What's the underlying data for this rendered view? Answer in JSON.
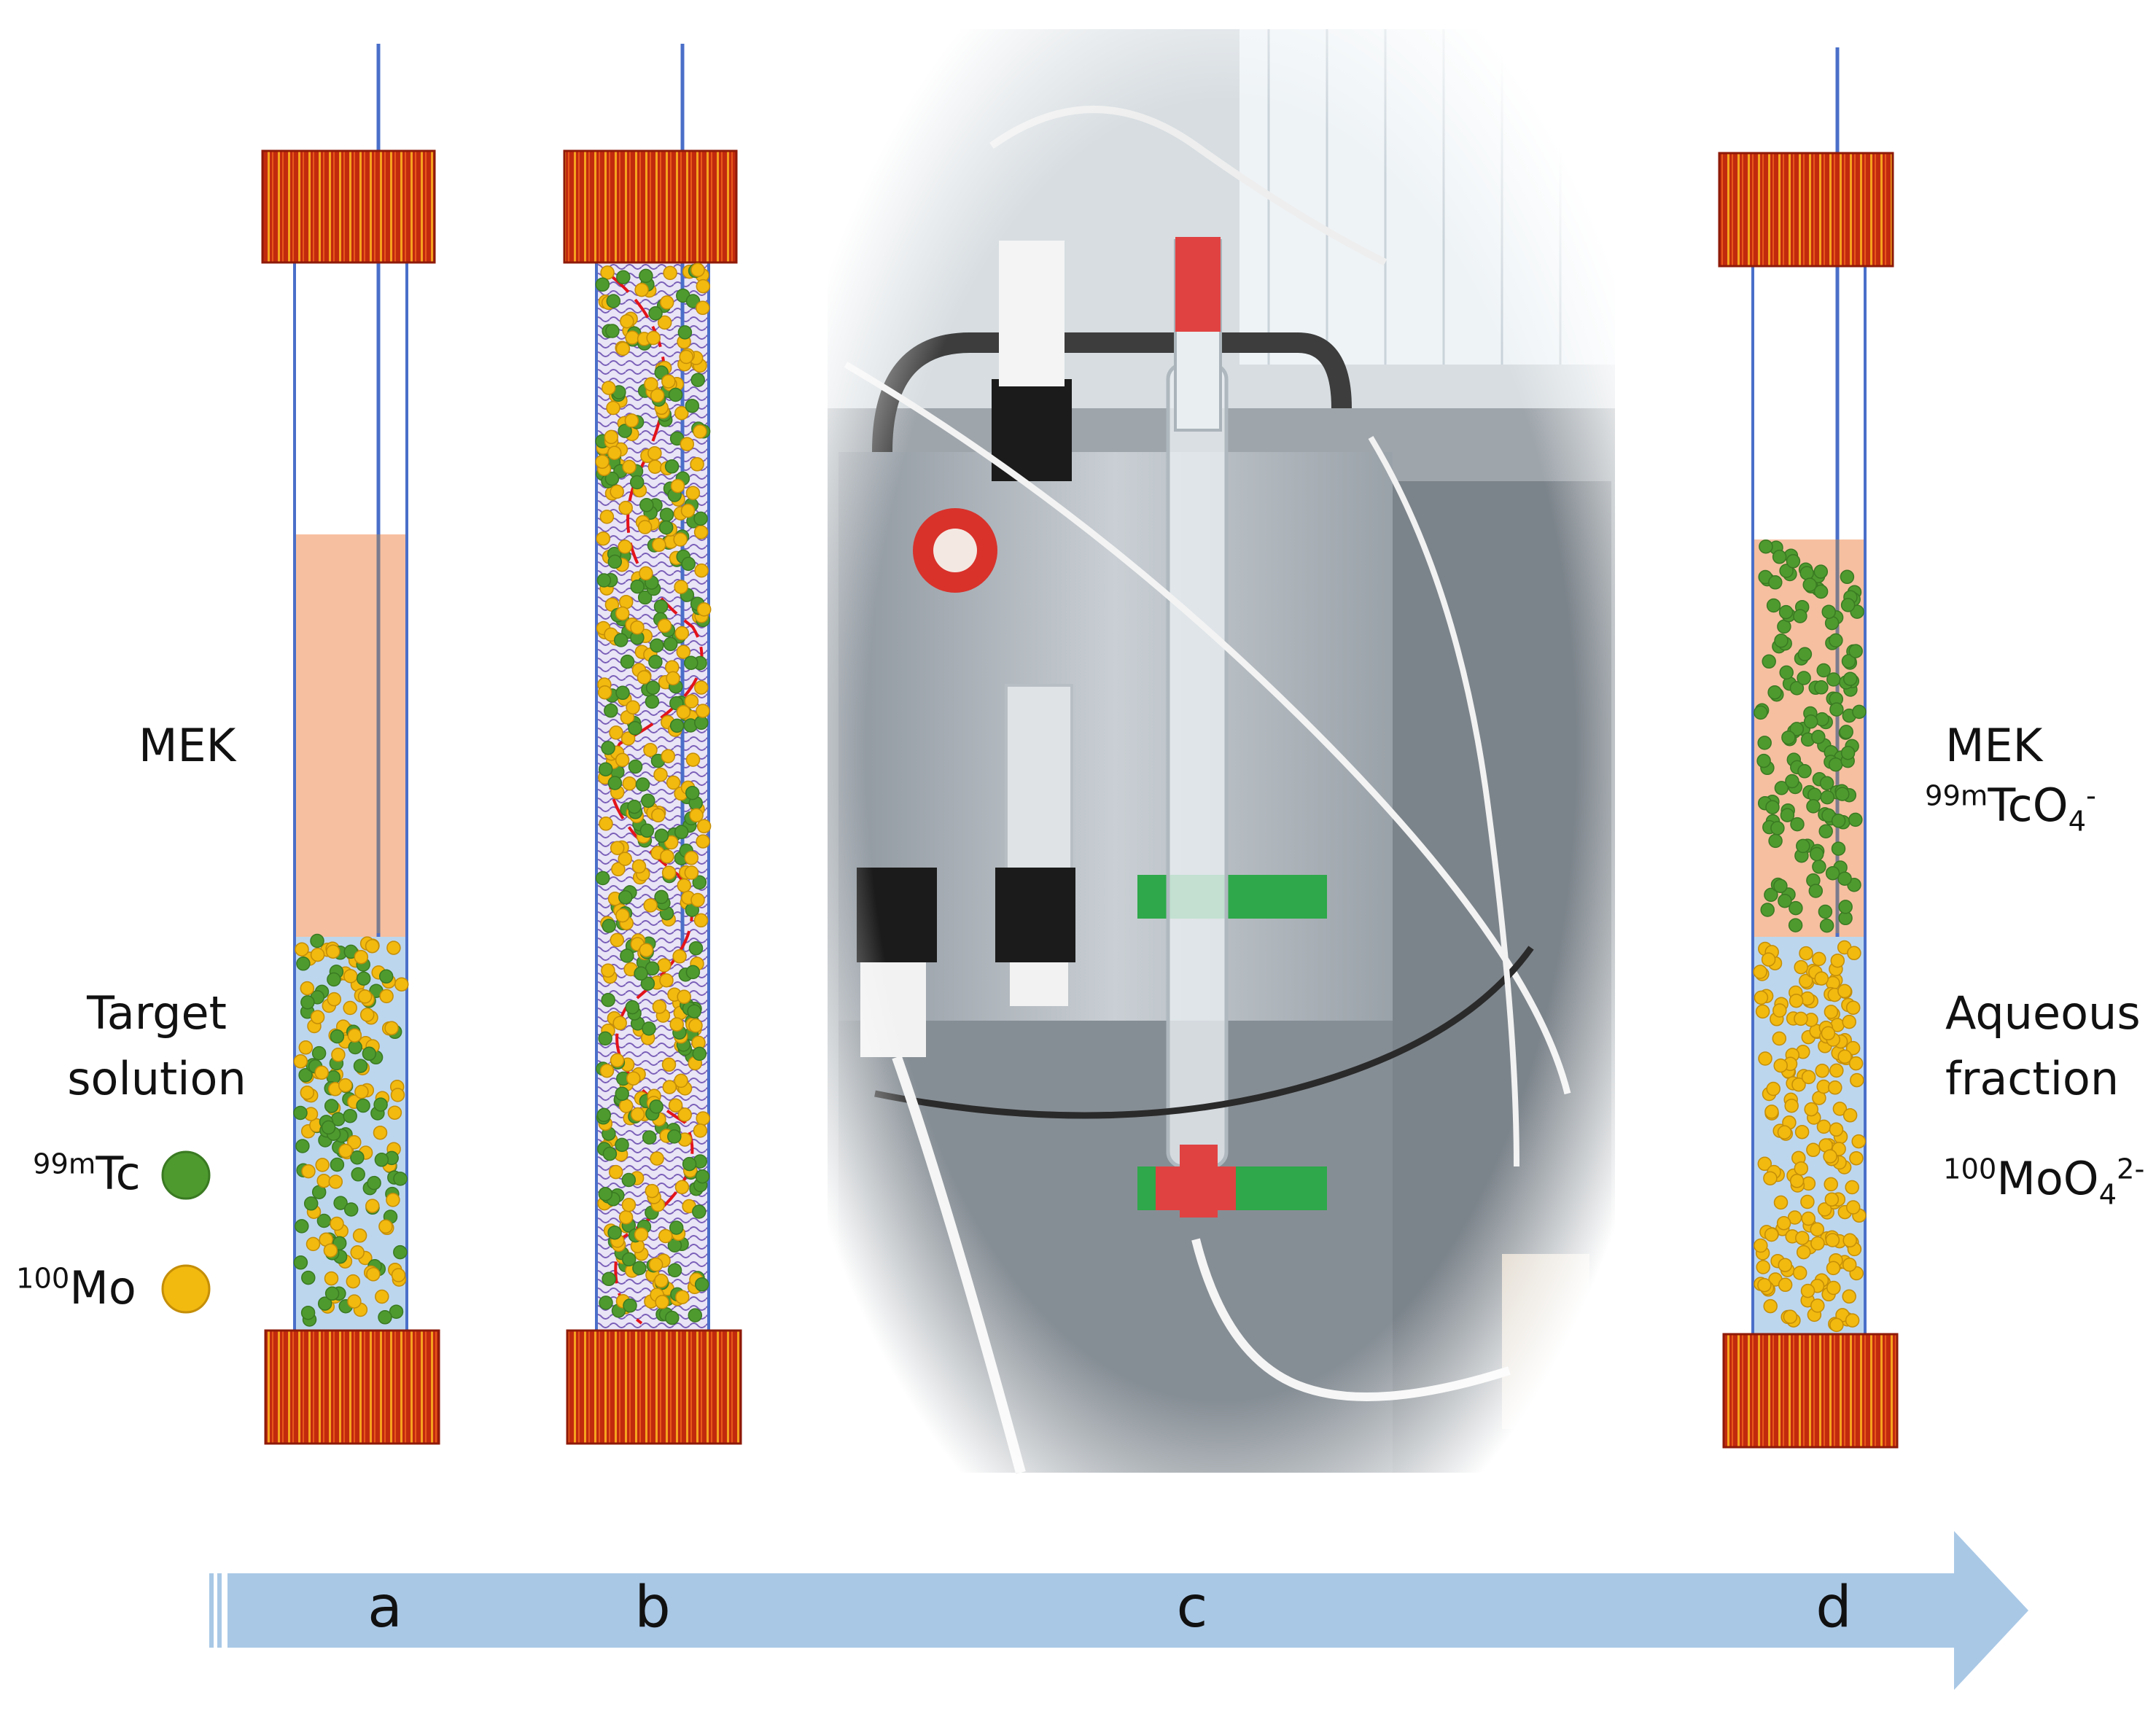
{
  "labels": {
    "mek_left": "MEK",
    "target_line1": "Target",
    "target_line2": "solution",
    "tc_sup": "99m",
    "tc_sym": "Tc",
    "mo_sup": "100",
    "mo_sym": "Mo",
    "mek_right": "MEK",
    "pertech_sup": "99m",
    "pertech_sym": "TcO",
    "pertech_sub": "4",
    "pertech_charge": "-",
    "aqueous_line1": "Aqueous",
    "aqueous_line2": "fraction",
    "molyb_sup": "100",
    "molyb_sym": "MoO",
    "molyb_sub": "4",
    "molyb_charge": "2-"
  },
  "steps": [
    "a",
    "b",
    "c",
    "d"
  ],
  "colors": {
    "cap_dark": "#b5260d",
    "cap_stripe": "#f29a1c",
    "column_line": "#4a6fc9",
    "mek_fill": "#f6bfa0",
    "aqueous_fill": "#bcd6ee",
    "tc_dot": "#4e9a2f",
    "mo_dot": "#f2b90f",
    "arrow": "#a9c8e6"
  }
}
